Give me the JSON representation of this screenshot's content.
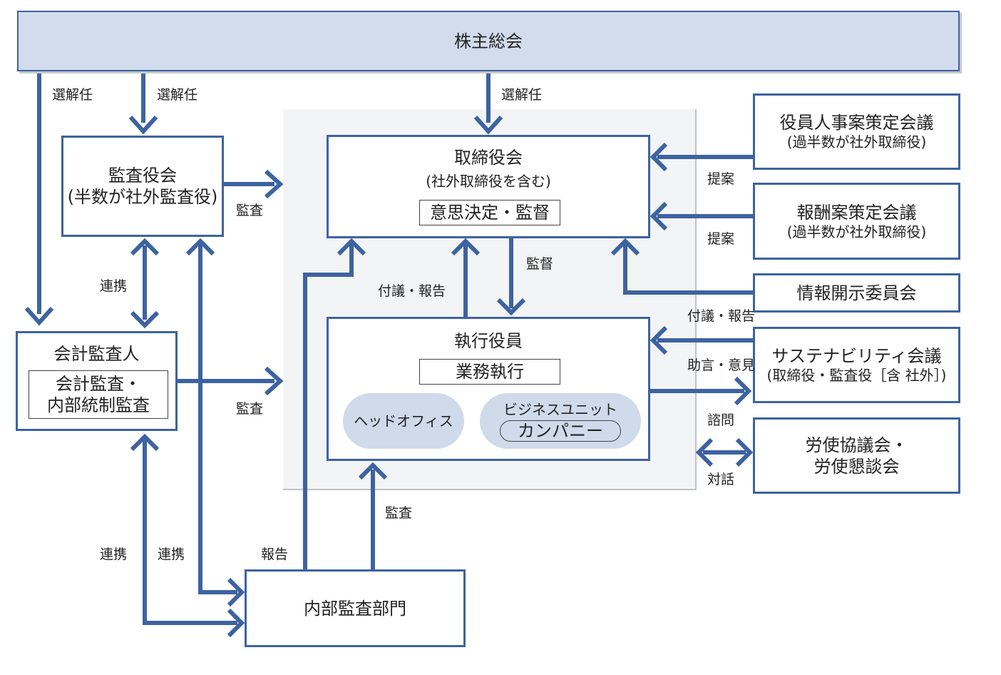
{
  "nodes": {
    "shareholders": "株主総会",
    "audit_board": {
      "title": "監査役会",
      "sub": "(半数が社外監査役)"
    },
    "board": {
      "title": "取締役会",
      "sub": "(社外取締役を含む)",
      "role": "意思決定・監督"
    },
    "accounting_auditor": {
      "title": "会計監査人",
      "role_line1": "会計監査・",
      "role_line2": "内部統制監査"
    },
    "executive": {
      "title": "執行役員",
      "role": "業務執行",
      "head_office": "ヘッドオフィス",
      "business_unit": "ビジネスユニット",
      "company": "カンパニー"
    },
    "internal_audit": "内部監査部門",
    "nomination": {
      "title": "役員人事案策定会議",
      "sub": "(過半数が社外取締役)"
    },
    "compensation": {
      "title": "報酬案策定会議",
      "sub": "(過半数が社外取締役)"
    },
    "disclosure": "情報開示委員会",
    "sustainability": {
      "title": "サステナビリティ会議",
      "sub": "(取締役・監査役［含 社外］)"
    },
    "labor": {
      "line1": "労使協議会・",
      "line2": "労使懇談会"
    }
  },
  "labels": {
    "elect1": "選解任",
    "elect2": "選解任",
    "elect3": "選解任",
    "audit_board_to_board": "監査",
    "cooperation1": "連携",
    "cooperation2": "連携",
    "cooperation3": "連携",
    "supervision": "監督",
    "proposal_report_exec": "付議・報告",
    "proposal1": "提案",
    "proposal2": "提案",
    "proposal_report_disclosure": "付議・報告",
    "advice": "助言・意見",
    "consult": "諮問",
    "dialogue": "対話",
    "accounting_audit": "監査",
    "internal_audit_exec": "監査",
    "report": "報告"
  },
  "colors": {
    "arrow": "#3d63a0",
    "header_fill": "#d2dcec",
    "pill_fill": "#cfdaea",
    "panel_fill": "#f2f4f5"
  }
}
